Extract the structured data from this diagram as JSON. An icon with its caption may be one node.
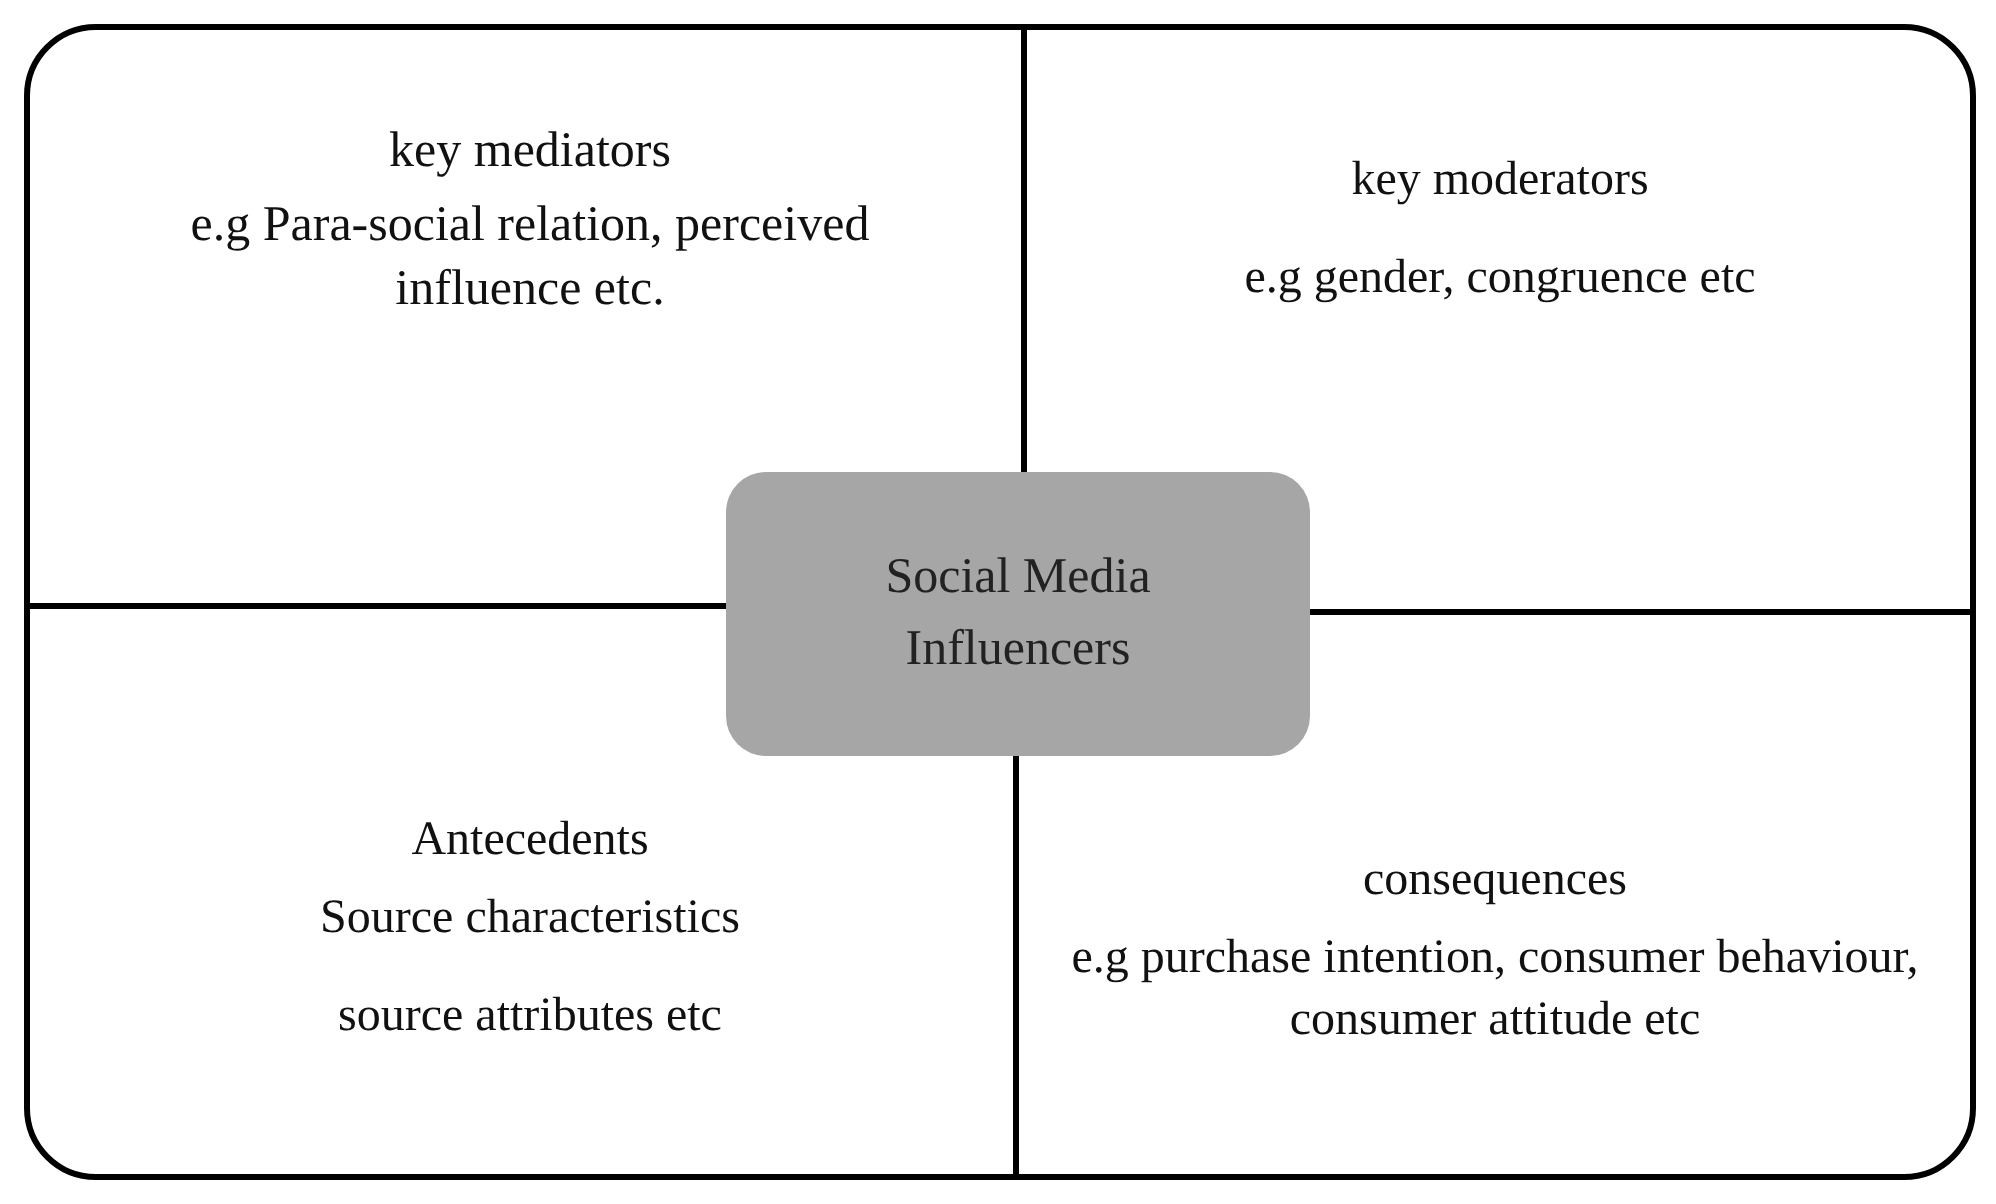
{
  "diagram": {
    "nodes": [
      {
        "text": [],
        "shape": "box"
      },
      {
        "text": [
          "key mediators",
          "e.g Para-social relation, perceived influence etc."
        ],
        "in": 0
      },
      {
        "text": [
          "key moderators",
          "e.g gender, congruence etc"
        ],
        "in": 0
      },
      {
        "text": [
          "Antecedents",
          "Source characteristics",
          "source attributes etc"
        ],
        "in": 0
      },
      {
        "text": [
          "consequences",
          "e.g purchase intention, consumer behaviour, consumer attitude etc"
        ],
        "in": 0
      },
      {
        "text": [
          "Social Media Influencers"
        ],
        "in": 0
      }
    ]
  }
}
